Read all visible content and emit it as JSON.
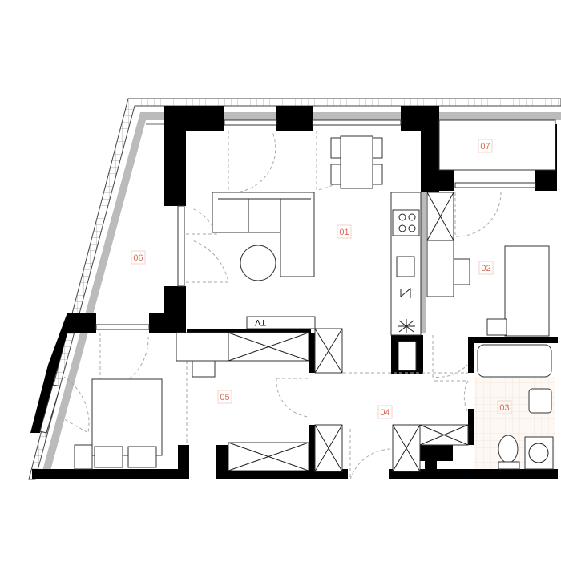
{
  "rooms": [
    {
      "id": "01",
      "label": "01"
    },
    {
      "id": "02",
      "label": "02"
    },
    {
      "id": "03",
      "label": "03"
    },
    {
      "id": "04",
      "label": "04"
    },
    {
      "id": "05",
      "label": "05"
    },
    {
      "id": "06",
      "label": "06"
    },
    {
      "id": "07",
      "label": "07"
    }
  ],
  "furniture": {
    "tv_label": "TV"
  },
  "colors": {
    "label": "#d9694f",
    "wall": "#000000",
    "tile": "#f3ece4"
  }
}
